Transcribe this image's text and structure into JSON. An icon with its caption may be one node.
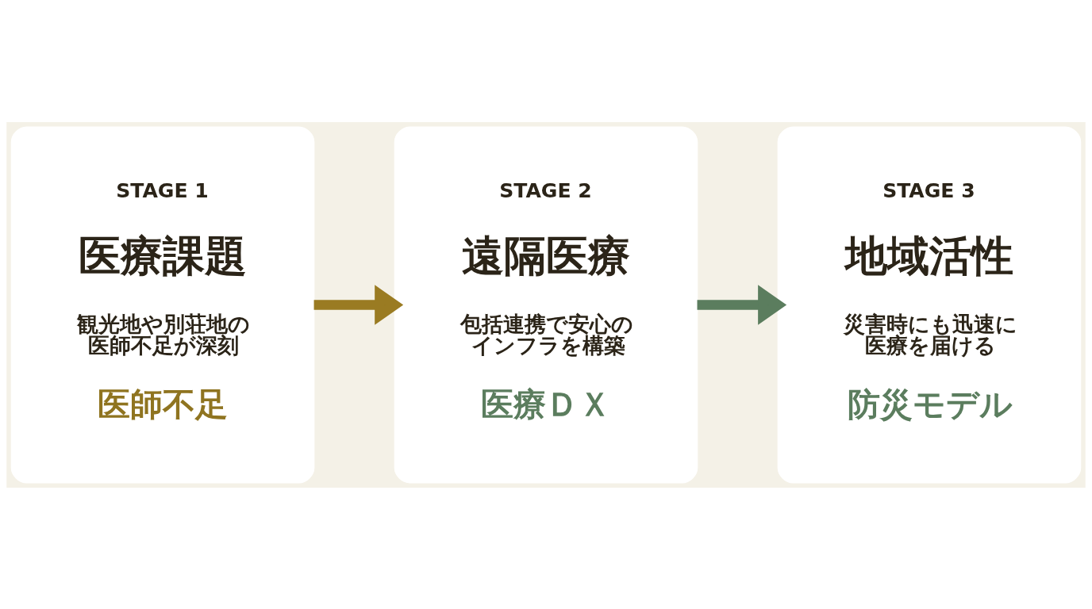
{
  "diagram": {
    "nodes": [
      {
        "text": [
          "STAGE 1",
          "医療課題",
          "観光地や別荘地の医師不足が深刻",
          "医師不足"
        ]
      },
      {
        "text": [
          "STAGE 2",
          "遠隔医療",
          "包括連携で安心のインフラを構築",
          "医療ＤＸ"
        ]
      },
      {
        "text": [
          "STAGE 3",
          "地域活性",
          "災害時にも迅速に医療を届ける",
          "防災モデル"
        ]
      }
    ],
    "edges": [
      {
        "from": 0,
        "to": 1,
        "arrow": "to",
        "color": "#9a7b22"
      },
      {
        "from": 1,
        "to": 2,
        "arrow": "to",
        "color": "#5b7d5e"
      }
    ]
  }
}
